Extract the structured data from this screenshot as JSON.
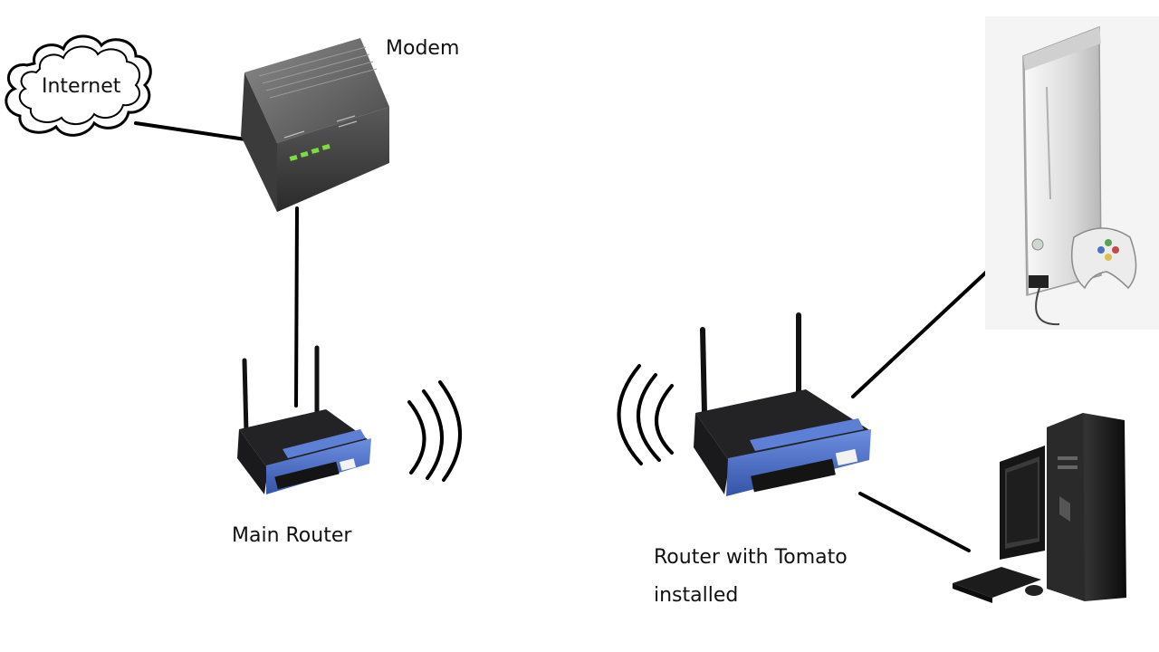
{
  "nodes": {
    "internet": {
      "label": "Internet"
    },
    "modem": {
      "label": "Modem"
    },
    "main_router": {
      "label": "Main Router"
    },
    "tomato_router": {
      "label_line1": "Router with Tomato",
      "label_line2": "installed"
    }
  },
  "colors": {
    "line": "#000000",
    "router_blue": "#4a6fc4",
    "router_dark": "#1e1e22",
    "modem_gray": "#6d6d6d",
    "led_green": "#7ddc3a",
    "console_white": "#f2f2f2"
  }
}
